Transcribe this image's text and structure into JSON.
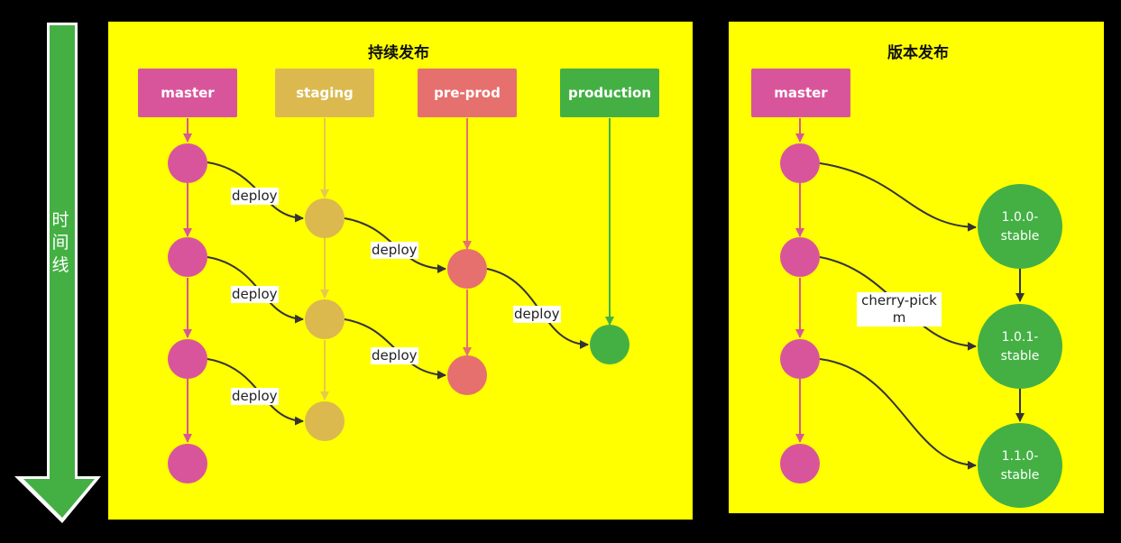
{
  "timeline": {
    "label": [
      "时",
      "间",
      "线"
    ]
  },
  "continuous": {
    "title": "持续发布",
    "branches": [
      {
        "name": "master",
        "color": "#d9559b"
      },
      {
        "name": "staging",
        "color": "#dbb94f"
      },
      {
        "name": "pre-prod",
        "color": "#e6706e"
      },
      {
        "name": "production",
        "color": "#44b044"
      }
    ],
    "edge_label": "deploy"
  },
  "release": {
    "title": "版本发布",
    "branch": {
      "name": "master",
      "color": "#d9559b"
    },
    "versions": [
      [
        "1.0.0-",
        "stable"
      ],
      [
        "1.0.1-",
        "stable"
      ],
      [
        "1.1.0-",
        "stable"
      ]
    ],
    "version_color": "#44b044",
    "edge_label": [
      "cherry-pick",
      "m"
    ]
  },
  "colors": {
    "panel": "#ffff00",
    "timeline_arrow": "#44b044",
    "edge": "#333333"
  }
}
